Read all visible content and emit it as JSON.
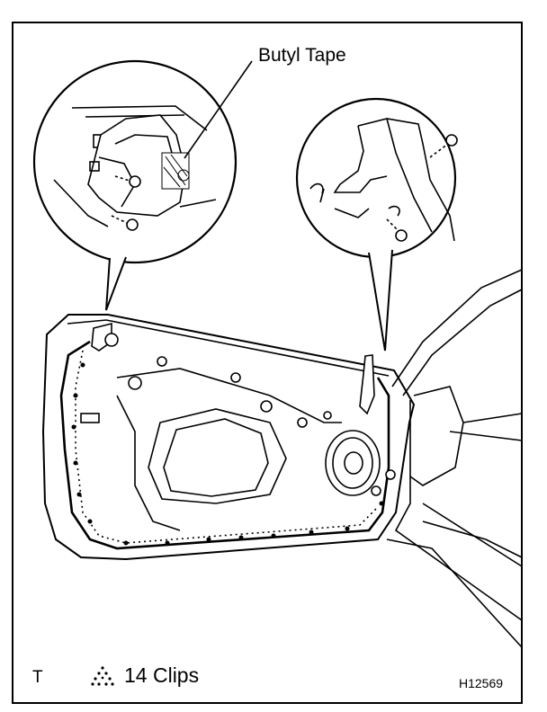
{
  "callout": {
    "label": "Butyl Tape"
  },
  "legend": {
    "prefix": "T",
    "clip_count_label": "14 Clips",
    "clip_symbol": "clip-triangle-icon"
  },
  "figure_id": "H12569",
  "colors": {
    "line": "#000000",
    "background": "#ffffff"
  }
}
